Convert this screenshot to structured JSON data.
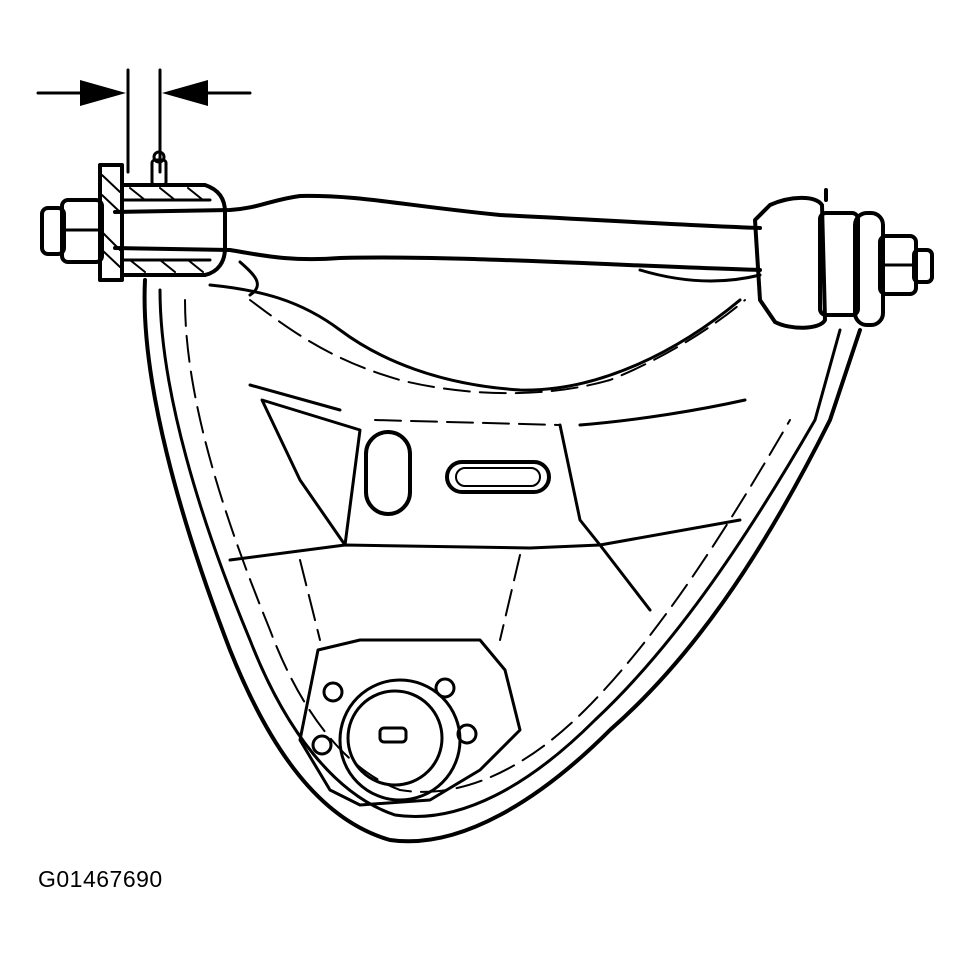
{
  "figure": {
    "id_label": "G01467690"
  },
  "colors": {
    "ink": "#000000",
    "paper": "#ffffff"
  },
  "parts": [
    "upper-control-arm",
    "pivot-shaft",
    "bushing-left",
    "bushing-right",
    "nut-left",
    "nut-right",
    "ball-joint",
    "grease-fitting",
    "measurement-arrows"
  ]
}
